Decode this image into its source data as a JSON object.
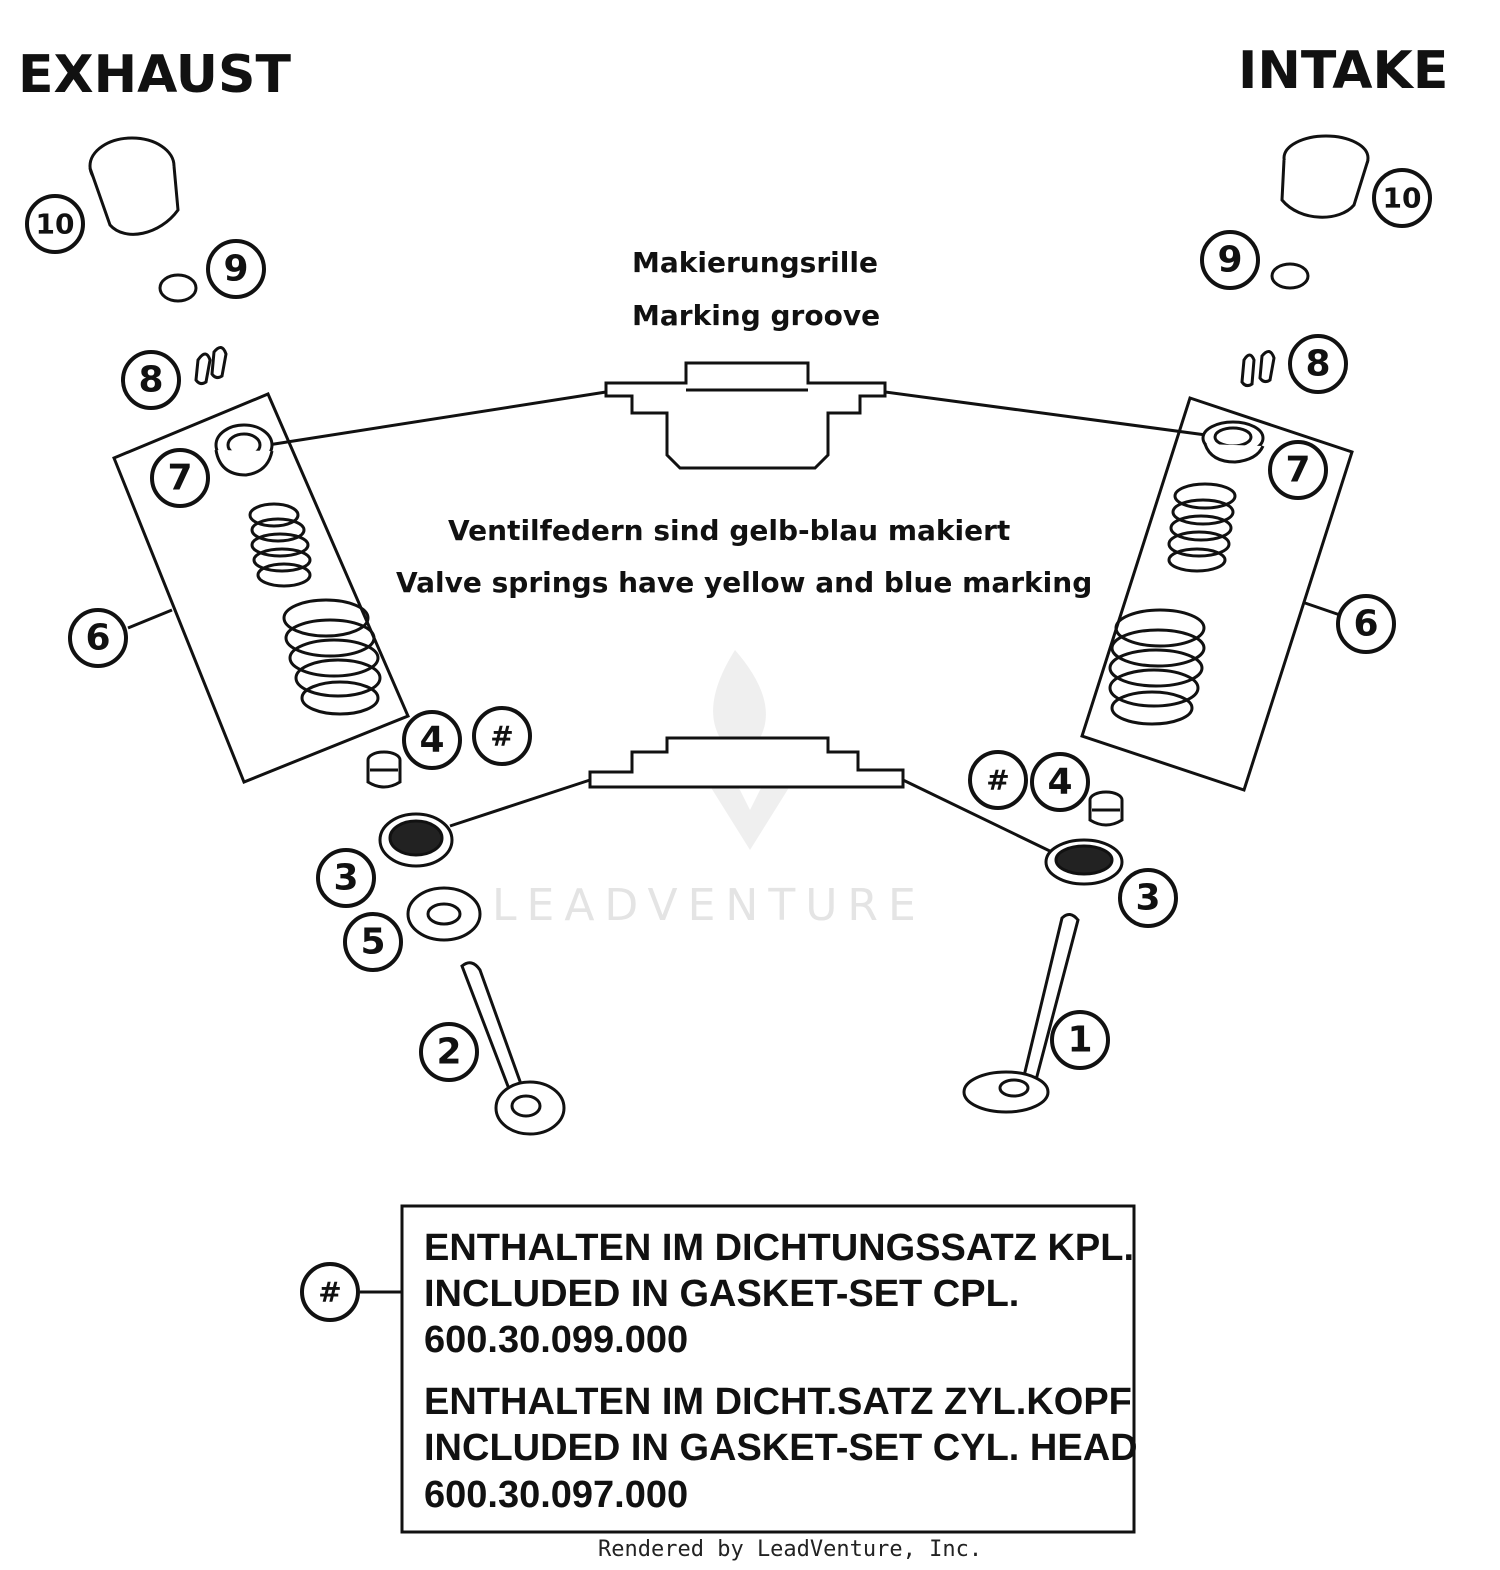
{
  "titles": {
    "exhaust": "EXHAUST",
    "intake": "INTAKE"
  },
  "notes": {
    "marking_de": "Makierungsrille",
    "marking_en": "Marking groove",
    "springs_de": "Ventilfedern sind gelb-blau makiert",
    "springs_en": "Valve springs have yellow and blue marking"
  },
  "callouts": {
    "c1": "1",
    "c2": "2",
    "c3": "3",
    "c4": "4",
    "c5": "5",
    "c6": "6",
    "c7": "7",
    "c8": "8",
    "c9": "9",
    "c10": "10",
    "hash": "#"
  },
  "legend": {
    "symbol": "#",
    "lines": [
      "ENTHALTEN IM DICHTUNGSSATZ KPL.",
      "INCLUDED IN GASKET-SET CPL.",
      "600.30.099.000",
      "ENTHALTEN IM DICHT.SATZ ZYL.KOPF",
      "INCLUDED IN GASKET-SET CYL. HEAD",
      "600.30.097.000"
    ]
  },
  "watermark": "LEADVENTURE",
  "footer": "Rendered by LeadVenture, Inc."
}
